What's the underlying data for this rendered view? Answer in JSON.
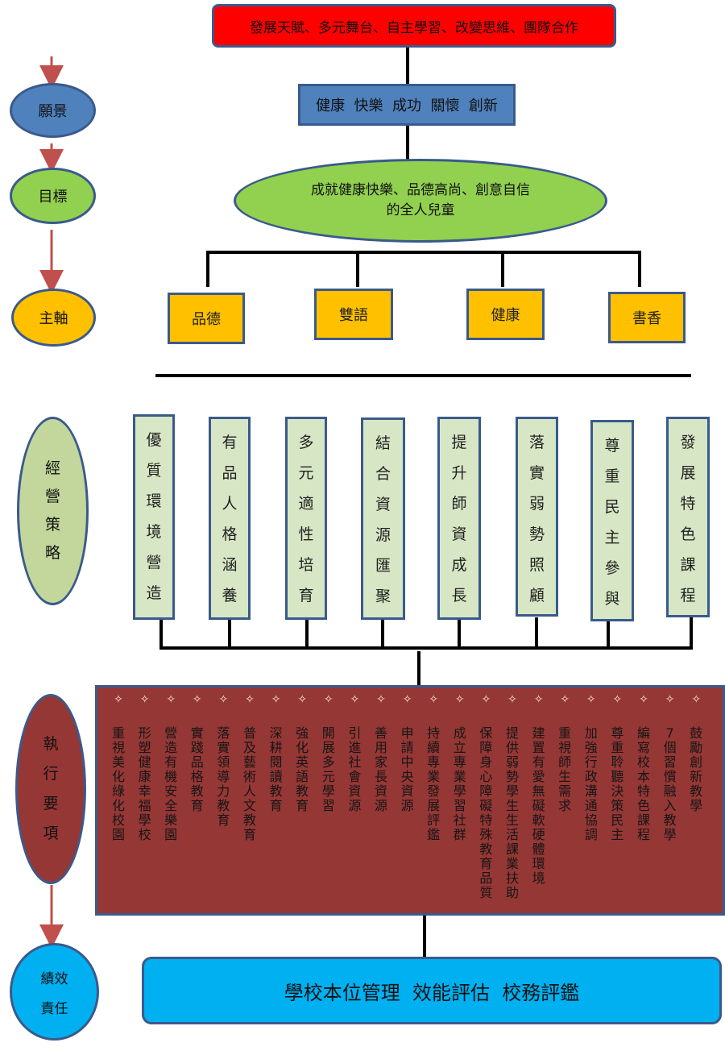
{
  "top_banner": "發展天賦、多元舞台、自主學習、改變思維、團隊合作",
  "values_box": "健康  快樂  成功  關懷  創新",
  "goal": {
    "line1": "成就健康快樂、品德高尚、創意自信",
    "line2": "的全人兒童"
  },
  "left_labels": {
    "vision": "願景",
    "goal": "目標",
    "axis": "主軸",
    "strategy": "經營策略",
    "execution": "執行要項",
    "accountability_line1": "績效",
    "accountability_line2": "責任"
  },
  "axes": [
    "品德",
    "雙語",
    "健康",
    "書香"
  ],
  "strategies": [
    "優質環境營造",
    "有品人格涵養",
    "多元適性培育",
    "結合資源匯聚",
    "提升師資成長",
    "落實弱勢照顧",
    "尊重民主參與",
    "發展特色課程"
  ],
  "execution_items": [
    "重視美化綠化校園",
    "形塑健康幸福學校",
    "營造有機安全樂園",
    "實踐品格教育",
    "落實領導力教育",
    "普及藝術人文教育",
    "深耕閱讀教育",
    "強化英語教育",
    "開展多元學習",
    "引進社會資源",
    "善用家長資源",
    "申請中央資源",
    "持續專業發展評鑑",
    "成立專業學習社群",
    "保障身心障礙特殊教育品質",
    "提供弱勢學生生活課業扶助",
    "建置有愛無礙軟硬體環境",
    "重視師生需求",
    "加強行政溝通協調",
    "尊重聆聽決策民主",
    "編寫校本特色課程",
    "7個習慣融入教學",
    "鼓勵創新教學"
  ],
  "execution_marker": "✧",
  "bottom_box": "學校本位管理  效能評估  校務評鑑",
  "colors": {
    "banner": "#ff0000",
    "values_box": "#4f81bd",
    "goal_oval": "#92d050",
    "axis_box": "#ffc000",
    "strategy_box": "#d7e6c4",
    "execution_panel": "#953735",
    "bottom_box": "#00b0f0",
    "arrow": "#c0504d"
  }
}
